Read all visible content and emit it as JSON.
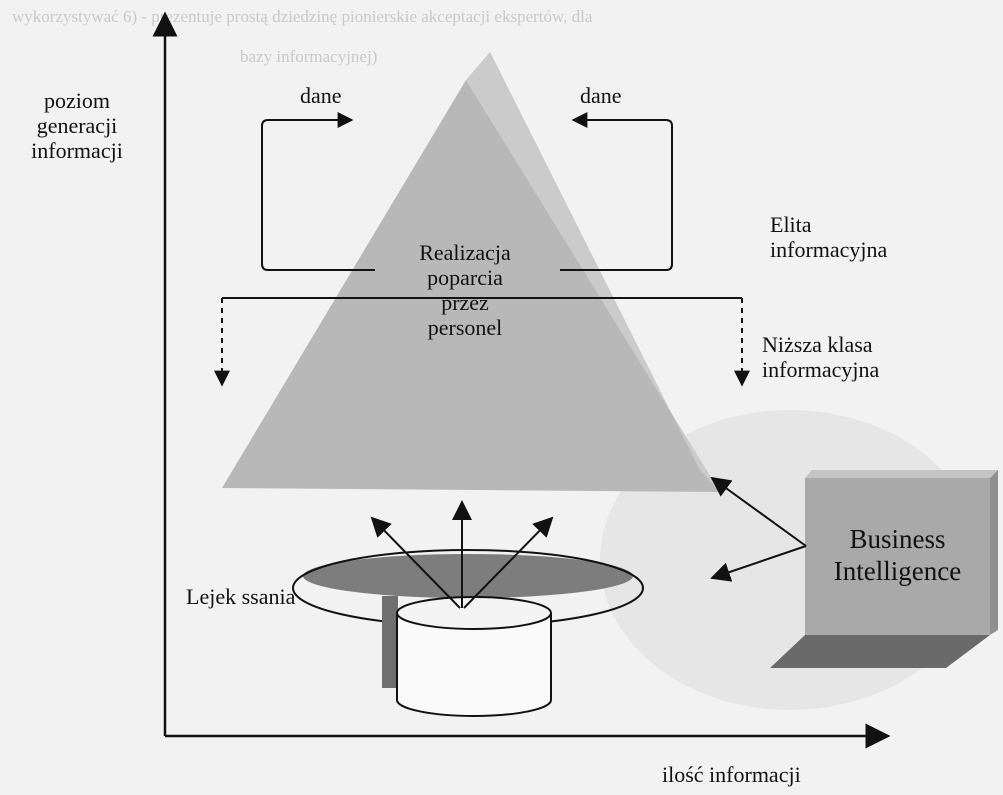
{
  "diagram": {
    "header": {
      "line1": "wykorzystywać 6) - prezentuje prostą dziedzinę pionierskie akceptacji ekspertów, dla",
      "line2": "bazy informacyjnej)"
    },
    "axes": {
      "y_label": [
        "poziom",
        "generacji",
        "informacji"
      ],
      "x_label": "ilość informacji"
    },
    "flows": {
      "left_data": "dane",
      "right_data": "dane"
    },
    "pyramid": {
      "center_text": [
        "Realizacja",
        "poparcia",
        "przez",
        "personel"
      ]
    },
    "labels": {
      "elite": [
        "Elita",
        "informacyjna"
      ],
      "lower": [
        "Niższa klasa",
        "informacyjna"
      ],
      "funnel": "Lejek ssania"
    },
    "bi_box": [
      "Business",
      "Intelligence"
    ],
    "colors": {
      "pyramid_front": "#b8b8b8",
      "pyramid_side": "#d6d6d6",
      "bi_box": "#a9a9a9",
      "axis": "#111111"
    }
  }
}
